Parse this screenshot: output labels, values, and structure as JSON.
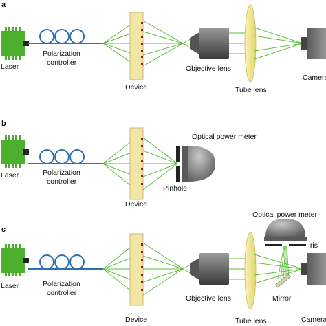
{
  "panels": [
    {
      "letter": "a",
      "laser": "Laser",
      "polarization": [
        "Polarization",
        "controller"
      ],
      "device": "Device",
      "objective": "Objective lens",
      "tube": "Tube lens",
      "camera": "Camera"
    },
    {
      "letter": "b",
      "laser": "Laser",
      "polarization": [
        "Polarization",
        "controller"
      ],
      "device": "Device",
      "pinhole": "Pinhole",
      "meter": "Optical power meter"
    },
    {
      "letter": "c",
      "laser": "Laser",
      "polarization": [
        "Polarization",
        "controller"
      ],
      "device": "Device",
      "objective": "Objective lens",
      "tube": "Tube lens",
      "camera": "Camera",
      "meter": "Optical power meter",
      "iris": "Iris",
      "mirror": "Mirror"
    }
  ],
  "colors": {
    "laser_green": "#4caf2e",
    "beam_green": "#5cbf3a",
    "fiber_blue": "#2f6fb3",
    "device_fill": "#f2e6a6",
    "device_marks": "#8b1a2c",
    "lens_fill": "#f0e694",
    "gray_dark": "#4a4a4a",
    "gray_mid": "#8a8a8a"
  }
}
